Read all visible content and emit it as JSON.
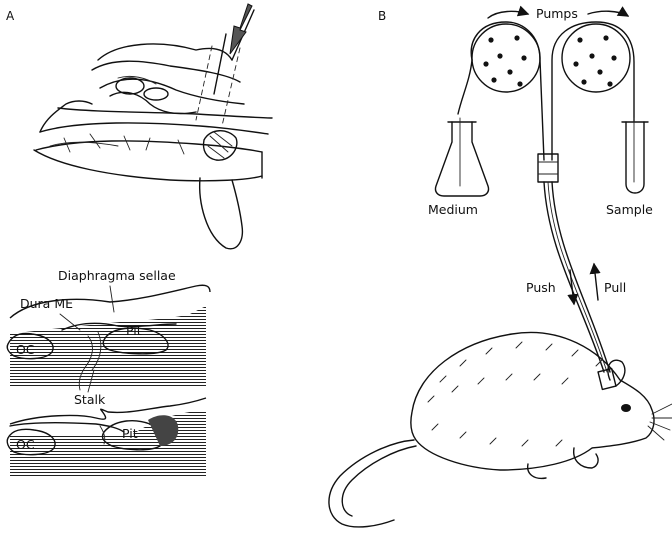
{
  "panel_a": {
    "label": "A",
    "labels": {
      "diaphragma": "Diaphragma sellae",
      "dura": "Dura ME",
      "pit": "Pit",
      "oc": "OC",
      "stalk": "Stalk"
    }
  },
  "panel_b": {
    "label": "B",
    "labels": {
      "pumps": "Pumps",
      "medium": "Medium",
      "sample": "Sample",
      "push": "Push",
      "pull": "Pull"
    }
  }
}
